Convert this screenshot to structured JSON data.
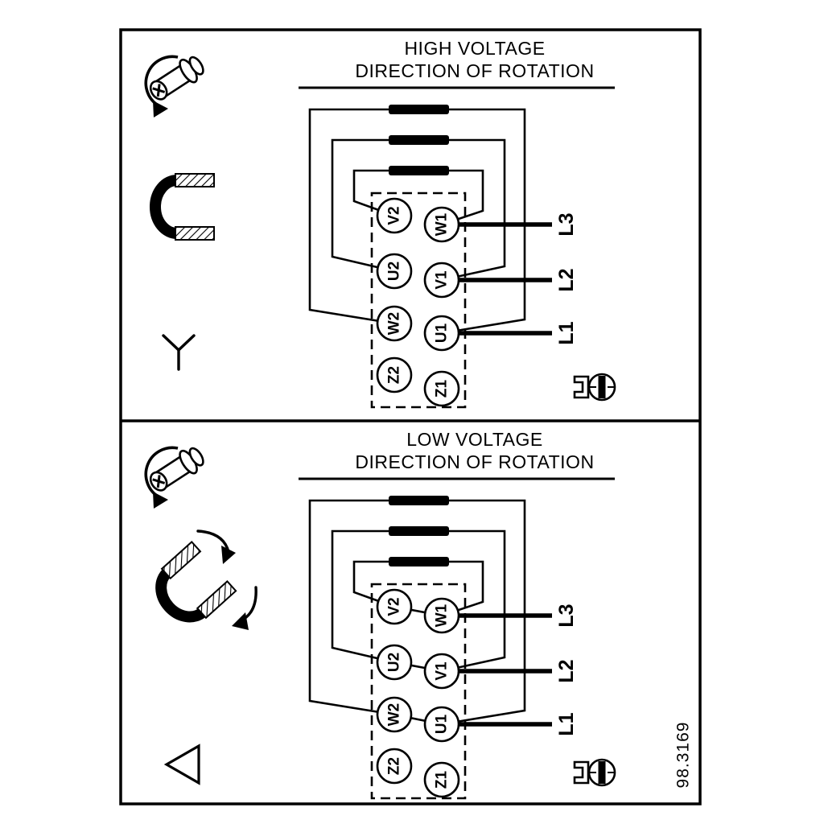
{
  "window": {
    "background": "#ffffff",
    "line_color": "#000000"
  },
  "figure_number": "98.3169",
  "panels": [
    {
      "title_line1": "HIGH VOLTAGE",
      "title_line2": "DIRECTION OF ROTATION",
      "connection_symbol": "star",
      "icons": [
        "screw-rotation-arrow",
        "jumper-bracket",
        "star-symbol",
        "ground-screw"
      ],
      "terminals_left": [
        "V2",
        "U2",
        "W2",
        "Z2"
      ],
      "terminals_right": [
        "W1",
        "V1",
        "U1",
        "Z1"
      ],
      "line_labels": [
        "L3",
        "L2",
        "L1"
      ]
    },
    {
      "title_line1": "LOW VOLTAGE",
      "title_line2": "DIRECTION OF ROTATION",
      "connection_symbol": "delta",
      "icons": [
        "screw-rotation-arrow",
        "jumper-bracket-rotated",
        "rotation-arrows",
        "delta-symbol",
        "ground-screw"
      ],
      "terminals_left": [
        "V2",
        "U2",
        "W2",
        "Z2"
      ],
      "terminals_right": [
        "W1",
        "V1",
        "U1",
        "Z1"
      ],
      "line_labels": [
        "L3",
        "L2",
        "L1"
      ]
    }
  ]
}
